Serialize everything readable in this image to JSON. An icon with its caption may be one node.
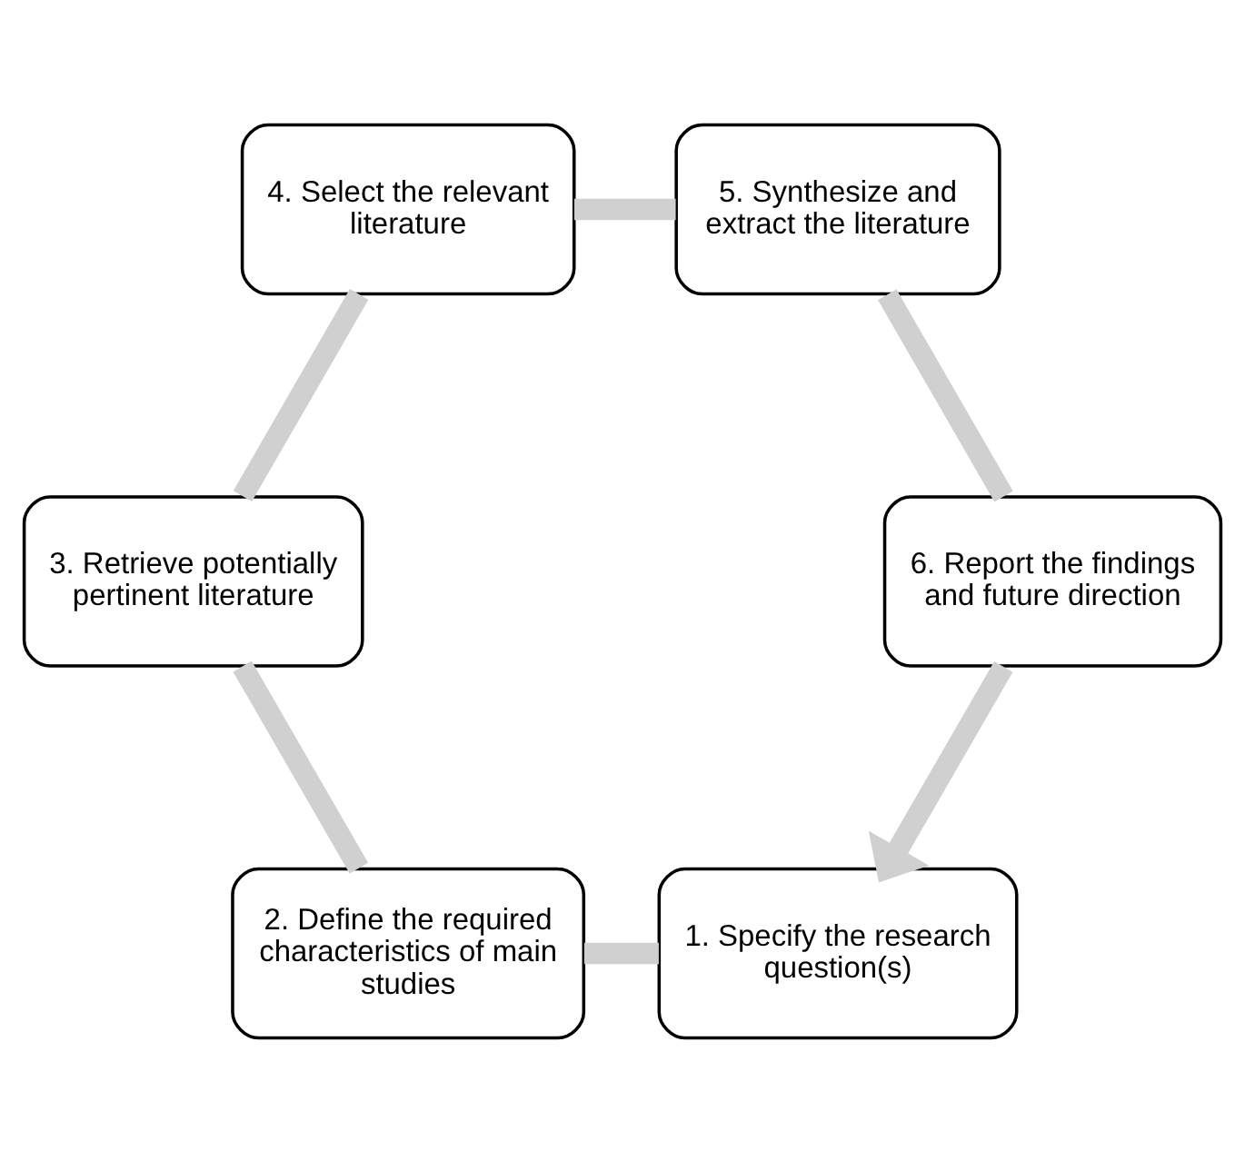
{
  "diagram": {
    "nodes": [
      {
        "text": [
          "1. Specify the research question(s)"
        ]
      },
      {
        "text": [
          "2. Define the required characteristics of main studies"
        ]
      },
      {
        "text": [
          "3. Retrieve potentially pertinent literature"
        ]
      },
      {
        "text": [
          "4. Select the relevant literature"
        ]
      },
      {
        "text": [
          "5. Synthesize and extract the literature"
        ]
      },
      {
        "text": [
          "6. Report the findings and future direction"
        ]
      }
    ],
    "edges": [
      {
        "from": 0,
        "to": 1,
        "arrow": "none"
      },
      {
        "from": 1,
        "to": 2,
        "arrow": "none"
      },
      {
        "from": 2,
        "to": 3,
        "arrow": "none"
      },
      {
        "from": 3,
        "to": 4,
        "arrow": "none"
      },
      {
        "from": 4,
        "to": 5,
        "arrow": "none"
      },
      {
        "from": 5,
        "to": 0,
        "arrow": "to"
      }
    ]
  }
}
